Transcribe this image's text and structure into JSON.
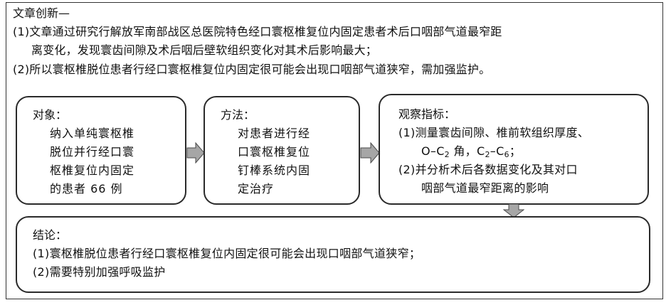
{
  "header": {
    "title": "文章创新—"
  },
  "summary": {
    "point1_line1": "(1)文章通过研究行解放军南部战区总医院特色经口寰枢椎复位内固定患者术后口咽部气道最窄距",
    "point1_line2": "离变化，发现寰齿间隙及术后咽后壁软组织变化对其术后影响最大；",
    "point2": "(2)所以寰枢椎脱位患者行经口寰枢椎复位内固定很可能会出现口咽部气道狭窄，需加强监护。"
  },
  "flow": {
    "subjects": {
      "title": "对象：",
      "lines": [
        "纳入单纯寰枢椎",
        "脱位并行经口寰",
        "枢椎复位内固定",
        "的患者 66 例"
      ]
    },
    "methods": {
      "title": "方法：",
      "lines": [
        "对患者进行经",
        "口寰枢椎复位",
        "钉棒系统内固",
        "定治疗"
      ]
    },
    "indicators": {
      "title": "观察指标：",
      "line1": "(1)测量寰齿间隙、椎前软组织厚度、",
      "line2_a": "O–C",
      "line2_sub1": "2",
      "line2_b": " 角，C",
      "line2_sub2": "2",
      "line2_c": "–C",
      "line2_sub3": "6",
      "line2_d": "；",
      "line3": "(2)并分析术后各数据变化及其对口",
      "line4": "咽部气道最窄距离的影响"
    },
    "conclusion": {
      "title": "结论：",
      "line1": "(1)寰枢椎脱位患者行经口寰枢椎复位内固定很可能会出现口咽部气道狭窄；",
      "line2": "(2)需要特别加强呼吸监护"
    }
  },
  "colors": {
    "arrow_fill": "#a6a6a6",
    "arrow_stroke": "#4a4a4a",
    "border": "#2a2a2a"
  }
}
